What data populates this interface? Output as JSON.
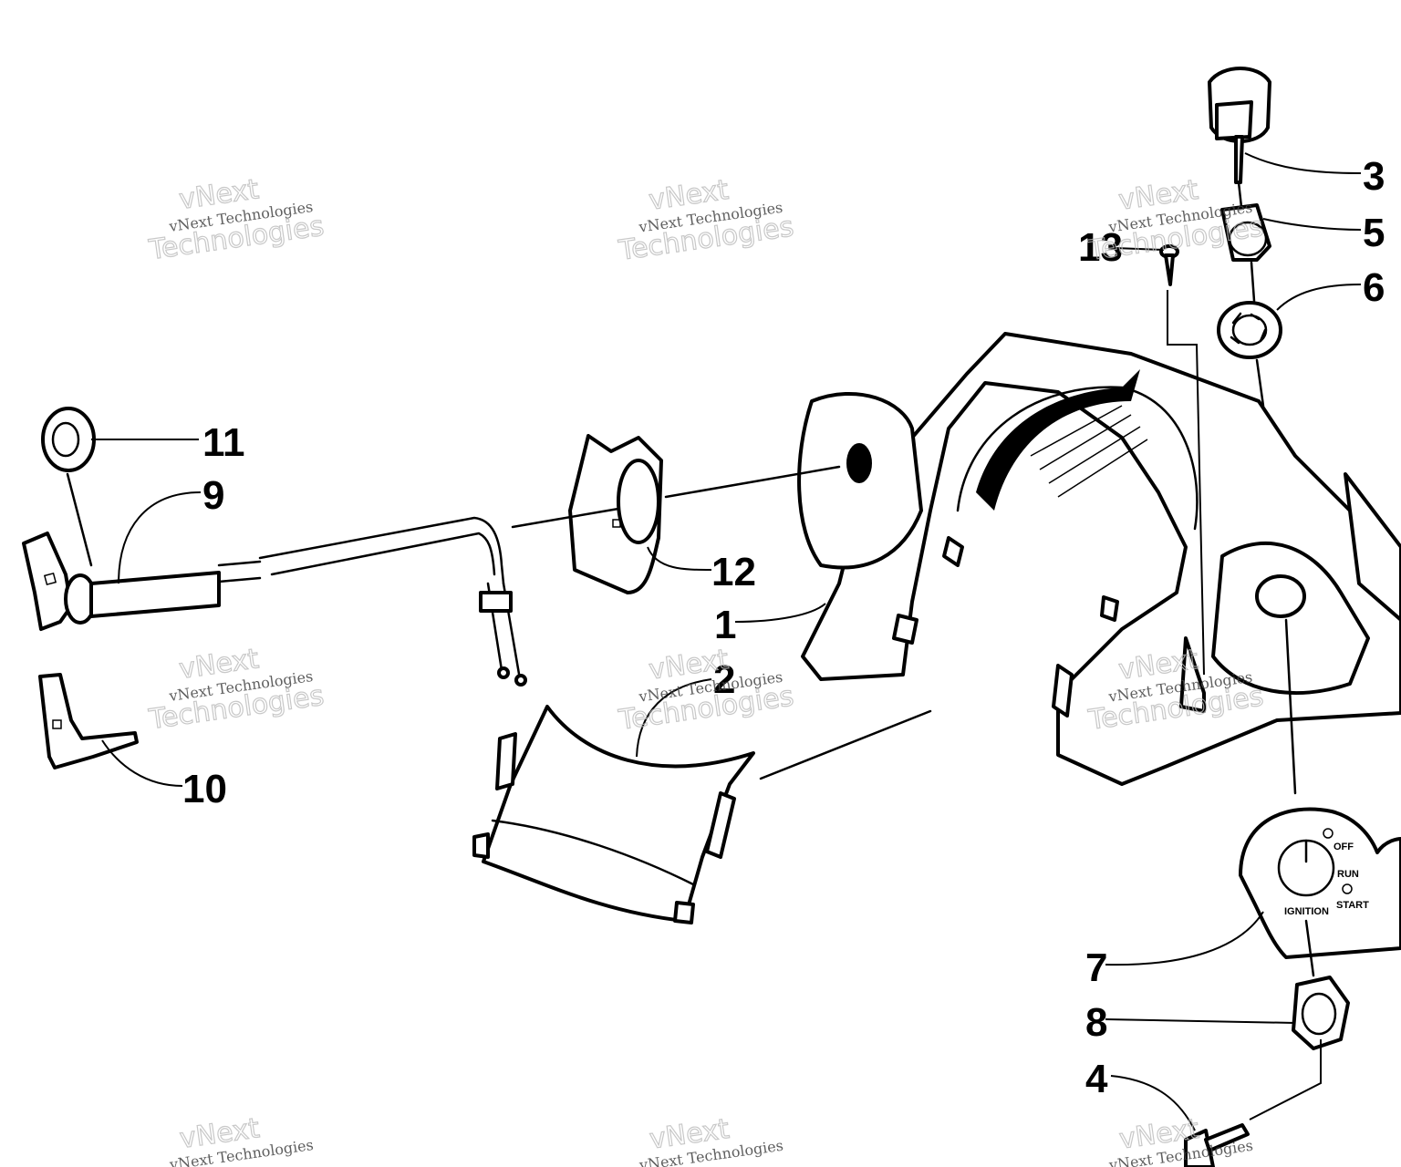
{
  "callouts": {
    "c1": "1",
    "c2": "2",
    "c3": "3",
    "c4": "4",
    "c5": "5",
    "c6": "6",
    "c7": "7",
    "c8": "8",
    "c9": "9",
    "c10": "10",
    "c11": "11",
    "c12": "12",
    "c13": "13"
  },
  "switch_panel": {
    "off": "OFF",
    "run": "RUN",
    "start": "START",
    "ignition": "IGNITION"
  },
  "watermark": {
    "line1": "vNext Technologies",
    "line2": "vNext",
    "line3": "Technologies"
  }
}
